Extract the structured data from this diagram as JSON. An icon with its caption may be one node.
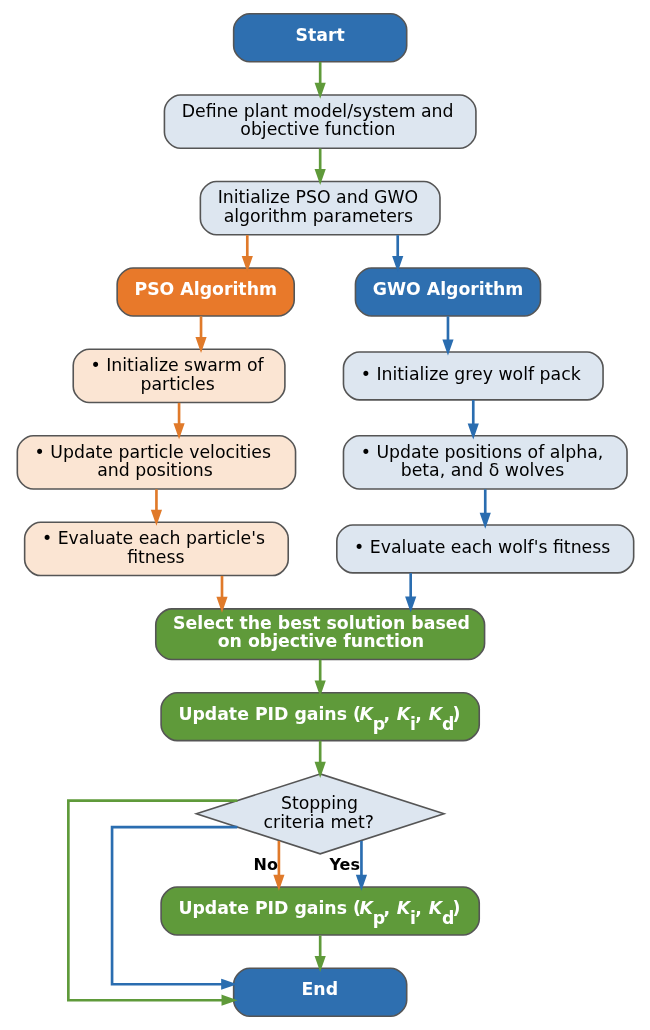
{
  "diagram": {
    "nodes": [
      {
        "text": [
          "Start"
        ]
      },
      {
        "text": [
          "Define plant model/system and objective function"
        ]
      },
      {
        "text": [
          "Initialize PSO and GWO algorithm parameters"
        ]
      },
      {
        "text": [
          "PSO Algorithm"
        ]
      },
      {
        "text": [
          "• Initialize swarm of particles"
        ]
      },
      {
        "text": [
          "• Update particle velocities and positions"
        ]
      },
      {
        "text": [
          "• Evaluate each particle's fitness"
        ]
      },
      {
        "text": [
          "GWO Algorithm"
        ]
      },
      {
        "text": [
          "• Initialize grey wolf pack"
        ]
      },
      {
        "text": [
          "• Update positions of alpha, beta, and δ wolves"
        ]
      },
      {
        "text": [
          "• Evaluate each wolf's fitness"
        ]
      },
      {
        "text": [
          "Select the best solution based on objective function"
        ]
      },
      {
        "text": [
          "Update PID gains (*K*$_{p}$, *K*$_{i}$, *K*$_{d}$)"
        ]
      },
      {
        "text": [
          "Stopping criteria met?"
        ]
      },
      {
        "text": [
          "Update PID gains (*K*$_{p}$, *K*$_{i}$, *K*$_{d}$)"
        ]
      },
      {
        "text": [
          "End"
        ]
      }
    ],
    "edges": [
      {
        "from": 0,
        "to": 1,
        "arrow": "to",
        "color": "#5f9a3a"
      },
      {
        "from": 1,
        "to": 2,
        "arrow": "to",
        "color": "#5f9a3a"
      },
      {
        "from": 2,
        "to": 3,
        "arrow": "to",
        "color": "#e07a2a"
      },
      {
        "from": 2,
        "to": 7,
        "arrow": "to",
        "color": "#2a6db0"
      },
      {
        "from": 3,
        "to": 4,
        "arrow": "to",
        "color": "#e07a2a"
      },
      {
        "from": 4,
        "to": 5,
        "arrow": "to",
        "color": "#e07a2a"
      },
      {
        "from": 5,
        "to": 6,
        "arrow": "to",
        "color": "#e07a2a"
      },
      {
        "from": 7,
        "to": 8,
        "arrow": "to",
        "color": "#2a6db0"
      },
      {
        "from": 8,
        "to": 9,
        "arrow": "to",
        "color": "#2a6db0"
      },
      {
        "from": 9,
        "to": 10,
        "arrow": "to",
        "color": "#2a6db0"
      },
      {
        "from": 6,
        "to": 11,
        "arrow": "to",
        "color": "#e07a2a"
      },
      {
        "from": 10,
        "to": 11,
        "arrow": "to",
        "color": "#2a6db0"
      },
      {
        "from": 11,
        "to": 12,
        "arrow": "to",
        "color": "#5f9a3a"
      },
      {
        "from": 12,
        "to": 13,
        "arrow": "to",
        "color": "#5f9a3a"
      },
      {
        "from": 13,
        "to": 14,
        "label": "No",
        "arrow": "to",
        "color": "#e07a2a"
      },
      {
        "from": 13,
        "to": 14,
        "label": "Yes",
        "arrow": "to",
        "color": "#2a6db0"
      },
      {
        "from": 13,
        "to": 15,
        "arrow": "to",
        "color": "#2a6db0"
      },
      {
        "from": 13,
        "to": 15,
        "arrow": "to",
        "color": "#5f9a3a"
      },
      {
        "from": 14,
        "to": 15,
        "arrow": "to",
        "color": "#5f9a3a"
      }
    ]
  }
}
